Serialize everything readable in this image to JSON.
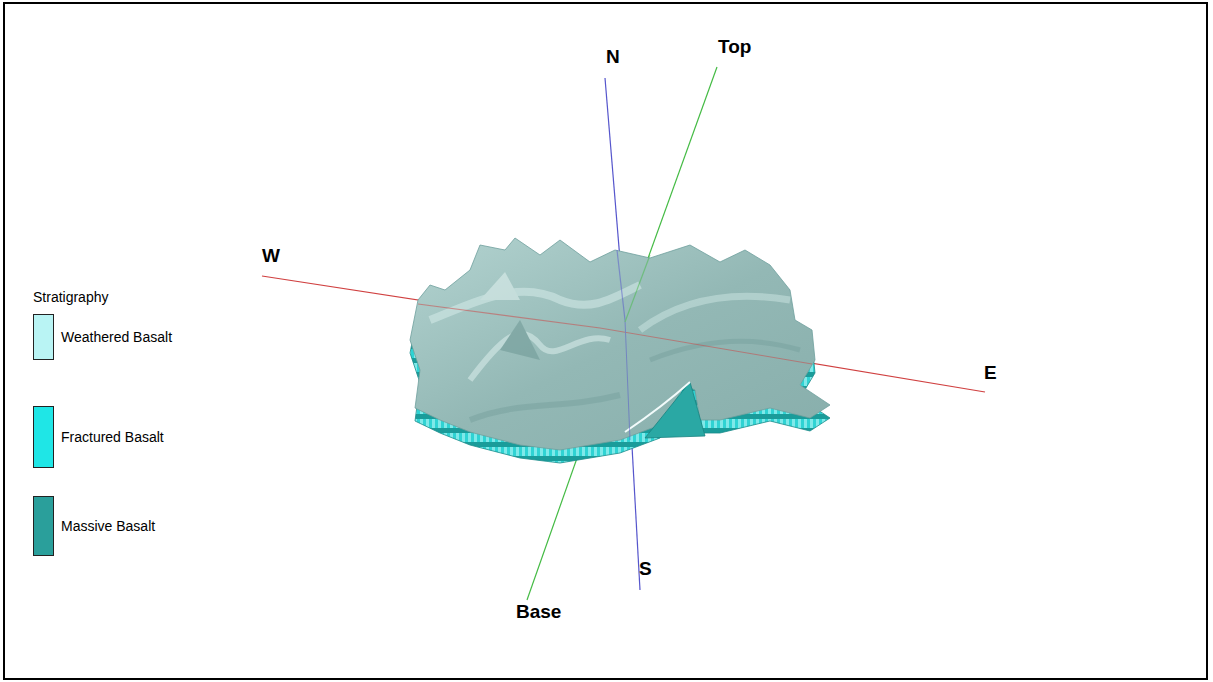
{
  "diagram": {
    "labels": [
      "N",
      "Top",
      "W",
      "E",
      "S",
      "Base",
      "Stratigraphy"
    ],
    "legend": [
      {
        "text": "Weathered Basalt",
        "color": "#b9f4f4"
      },
      {
        "text": "Fractured Basalt",
        "color": "#1fe6e6"
      },
      {
        "text": "Massive Basalt",
        "color": "#2a9f9b"
      }
    ]
  }
}
